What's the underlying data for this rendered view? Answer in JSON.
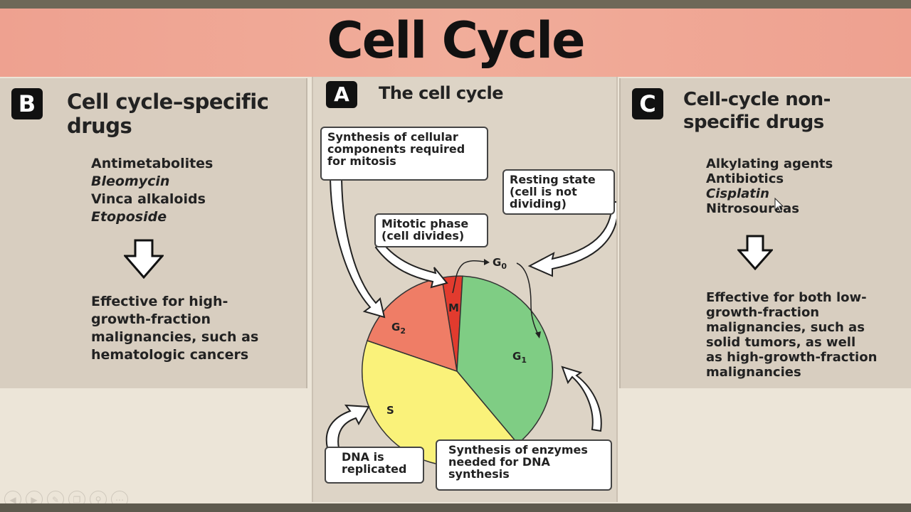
{
  "title": "Cell Cycle",
  "panel_b": {
    "badge": "B",
    "title_line1": "Cell cycle–specific",
    "title_line2": "drugs",
    "drugs": [
      "Antimetabolites",
      "Bleomycin",
      "Vinca alkaloids",
      "Etoposide"
    ],
    "effect": [
      "Effective for high-",
      "growth-fraction",
      "malignancies, such as",
      "hematologic cancers"
    ]
  },
  "panel_a": {
    "badge": "A",
    "title": "The cell cycle",
    "callout_synthesis": [
      "Synthesis of cellular",
      "components required",
      "for mitosis"
    ],
    "callout_resting": [
      "Resting state",
      "(cell is not",
      "dividing)"
    ],
    "callout_mitotic": [
      "Mitotic phase",
      "(cell divides)"
    ],
    "callout_dna": [
      "DNA is",
      "replicated"
    ],
    "callout_enzymes": [
      "Synthesis of enzymes",
      "needed for DNA",
      "synthesis"
    ],
    "phases": {
      "m": {
        "label": "M",
        "color": "#e23b2e"
      },
      "g1": {
        "label": "G",
        "sub": "1",
        "color": "#7fcd84"
      },
      "s": {
        "label": "S",
        "color": "#faf27a"
      },
      "g2": {
        "label": "G",
        "sub": "2",
        "color": "#ef7d66"
      },
      "g0": {
        "label": "G",
        "sub": "0"
      }
    }
  },
  "panel_c": {
    "badge": "C",
    "title_line1": "Cell-cycle non-",
    "title_line2": "specific drugs",
    "drugs": [
      "Alkylating agents",
      "Antibiotics",
      "Cisplatin",
      "Nitrosoureas"
    ],
    "effect": [
      "Effective for both low-",
      "growth-fraction",
      "malignancies, such as",
      "solid tumors, as well",
      "as high-growth-fraction",
      "malignancies"
    ]
  },
  "controls": [
    "prev-icon",
    "play-icon",
    "pen-icon",
    "copy-icon",
    "zoom-icon",
    "more-icon"
  ]
}
